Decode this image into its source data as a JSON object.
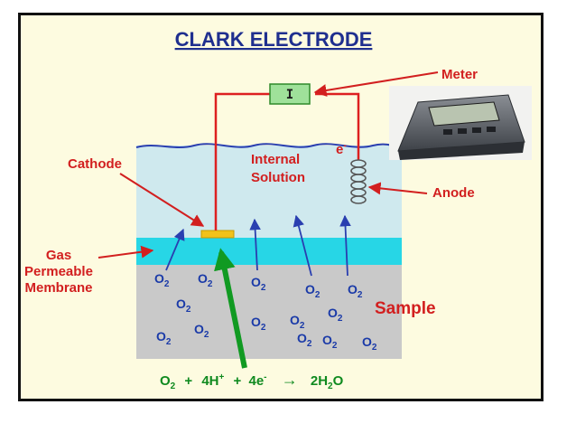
{
  "title": "CLARK ELECTRODE",
  "labels": {
    "meter": "Meter",
    "meter_symbol": "I",
    "cathode": "Cathode",
    "internal_solution_line1": "Internal",
    "internal_solution_line2": "Solution",
    "electron": "e",
    "electron_sup": "-",
    "anode": "Anode",
    "membrane_line1": "Gas",
    "membrane_line2": "Permeable",
    "membrane_line3": "Membrane",
    "sample": "Sample"
  },
  "o2_molecules": [
    {
      "base": "O",
      "sub": "2"
    },
    {
      "base": "O",
      "sub": "2"
    },
    {
      "base": "O",
      "sub": "2"
    },
    {
      "base": "O",
      "sub": "2"
    },
    {
      "base": "O",
      "sub": "2"
    },
    {
      "base": "O",
      "sub": "2"
    },
    {
      "base": "O",
      "sub": "2"
    },
    {
      "base": "O",
      "sub": "2"
    },
    {
      "base": "O",
      "sub": "2"
    },
    {
      "base": "O",
      "sub": "2"
    },
    {
      "base": "O",
      "sub": "2"
    },
    {
      "base": "O",
      "sub": "2"
    },
    {
      "base": "O",
      "sub": "2"
    },
    {
      "base": "O",
      "sub": "2"
    }
  ],
  "equation": {
    "o2": "O",
    "o2_sub": "2",
    "plus1": "+",
    "h": "4H",
    "h_sup": "+",
    "plus2": "+",
    "e": "4e",
    "e_sup": "-",
    "arrow": "→",
    "water_a": "2H",
    "water_sub": "2",
    "water_b": "O"
  },
  "colors": {
    "title": "#1f2f8f",
    "label_red": "#d21f1f",
    "o2_blue": "#1a3aa8",
    "equation_green": "#0f8a1f",
    "internal_solution": "#cfe9ee",
    "membrane": "#27d6e6",
    "sample": "#c9c9c9",
    "cathode": "#f2c21a",
    "wire": "#dd2020"
  },
  "icons": {
    "meter_device": "lab-meter-photo-icon",
    "anode_coil": "coil-icon"
  }
}
